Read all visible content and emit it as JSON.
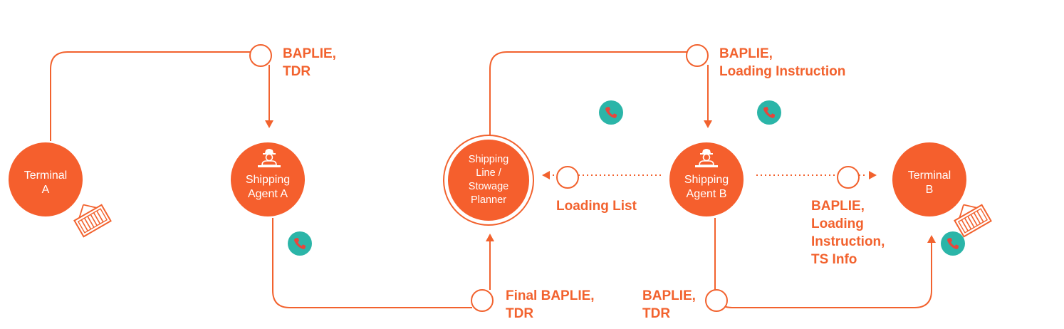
{
  "colors": {
    "accent": "#f2622e",
    "phone_badge": "#2bb5a8",
    "phone_icon": "#e8453c",
    "background": "#ffffff"
  },
  "nodes": {
    "terminal_a": {
      "lines": [
        "Terminal",
        "A"
      ]
    },
    "shipping_agent_a": {
      "lines": [
        "Shipping",
        "Agent A"
      ]
    },
    "shipping_line": {
      "lines": [
        "Shipping",
        "Line /",
        "Stowage",
        "Planner"
      ]
    },
    "shipping_agent_b": {
      "lines": [
        "Shipping",
        "Agent B"
      ]
    },
    "terminal_b": {
      "lines": [
        "Terminal",
        "B"
      ]
    }
  },
  "edge_labels": {
    "a_to_agent_a": [
      "BAPLIE,",
      "TDR"
    ],
    "line_to_agent_b": [
      "BAPLIE,",
      "Loading Instruction"
    ],
    "agent_b_to_line": [
      "Loading List"
    ],
    "agent_b_to_terminal_b_dotted": [
      "BAPLIE,",
      "Loading",
      "Instruction,",
      "TS Info"
    ],
    "agent_a_to_line": [
      "Final BAPLIE,",
      "TDR"
    ],
    "agent_b_to_terminal_b_solid": [
      "BAPLIE,",
      "TDR"
    ]
  },
  "icons": {
    "phone": "phone-icon",
    "container": "shipping-container-icon",
    "agent": "person-agent-icon"
  }
}
